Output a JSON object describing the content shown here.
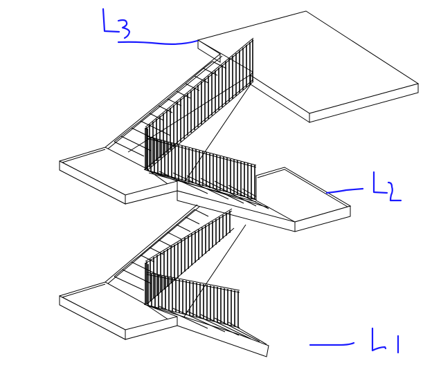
{
  "diagram": {
    "type": "isometric-stair-section",
    "description": "Two-flight switchback stair with intermediate landings and railings, three floor levels marked",
    "annotation_color": "#1a1aff",
    "line_color": "#000000",
    "background": "#ffffff"
  },
  "levels": [
    {
      "id": "L1",
      "label": "L1",
      "position": "bottom landing (ground level)"
    },
    {
      "id": "L2",
      "label": "L2",
      "position": "middle landing / floor slab"
    },
    {
      "id": "L3",
      "label": "L3",
      "position": "top floor slab"
    }
  ],
  "components": {
    "top_slab": "Level 3 floor slab",
    "upper_flight": "Upper stair flight with balusters",
    "mid_landing_upper": "Intermediate landing between L2 and L3",
    "l2_slab": "Level 2 floor slab",
    "lower_flight": "Lower stair flight with balusters",
    "mid_landing_lower": "Intermediate landing between L1 and L2",
    "l1_slab": "Level 1 slab edge"
  }
}
